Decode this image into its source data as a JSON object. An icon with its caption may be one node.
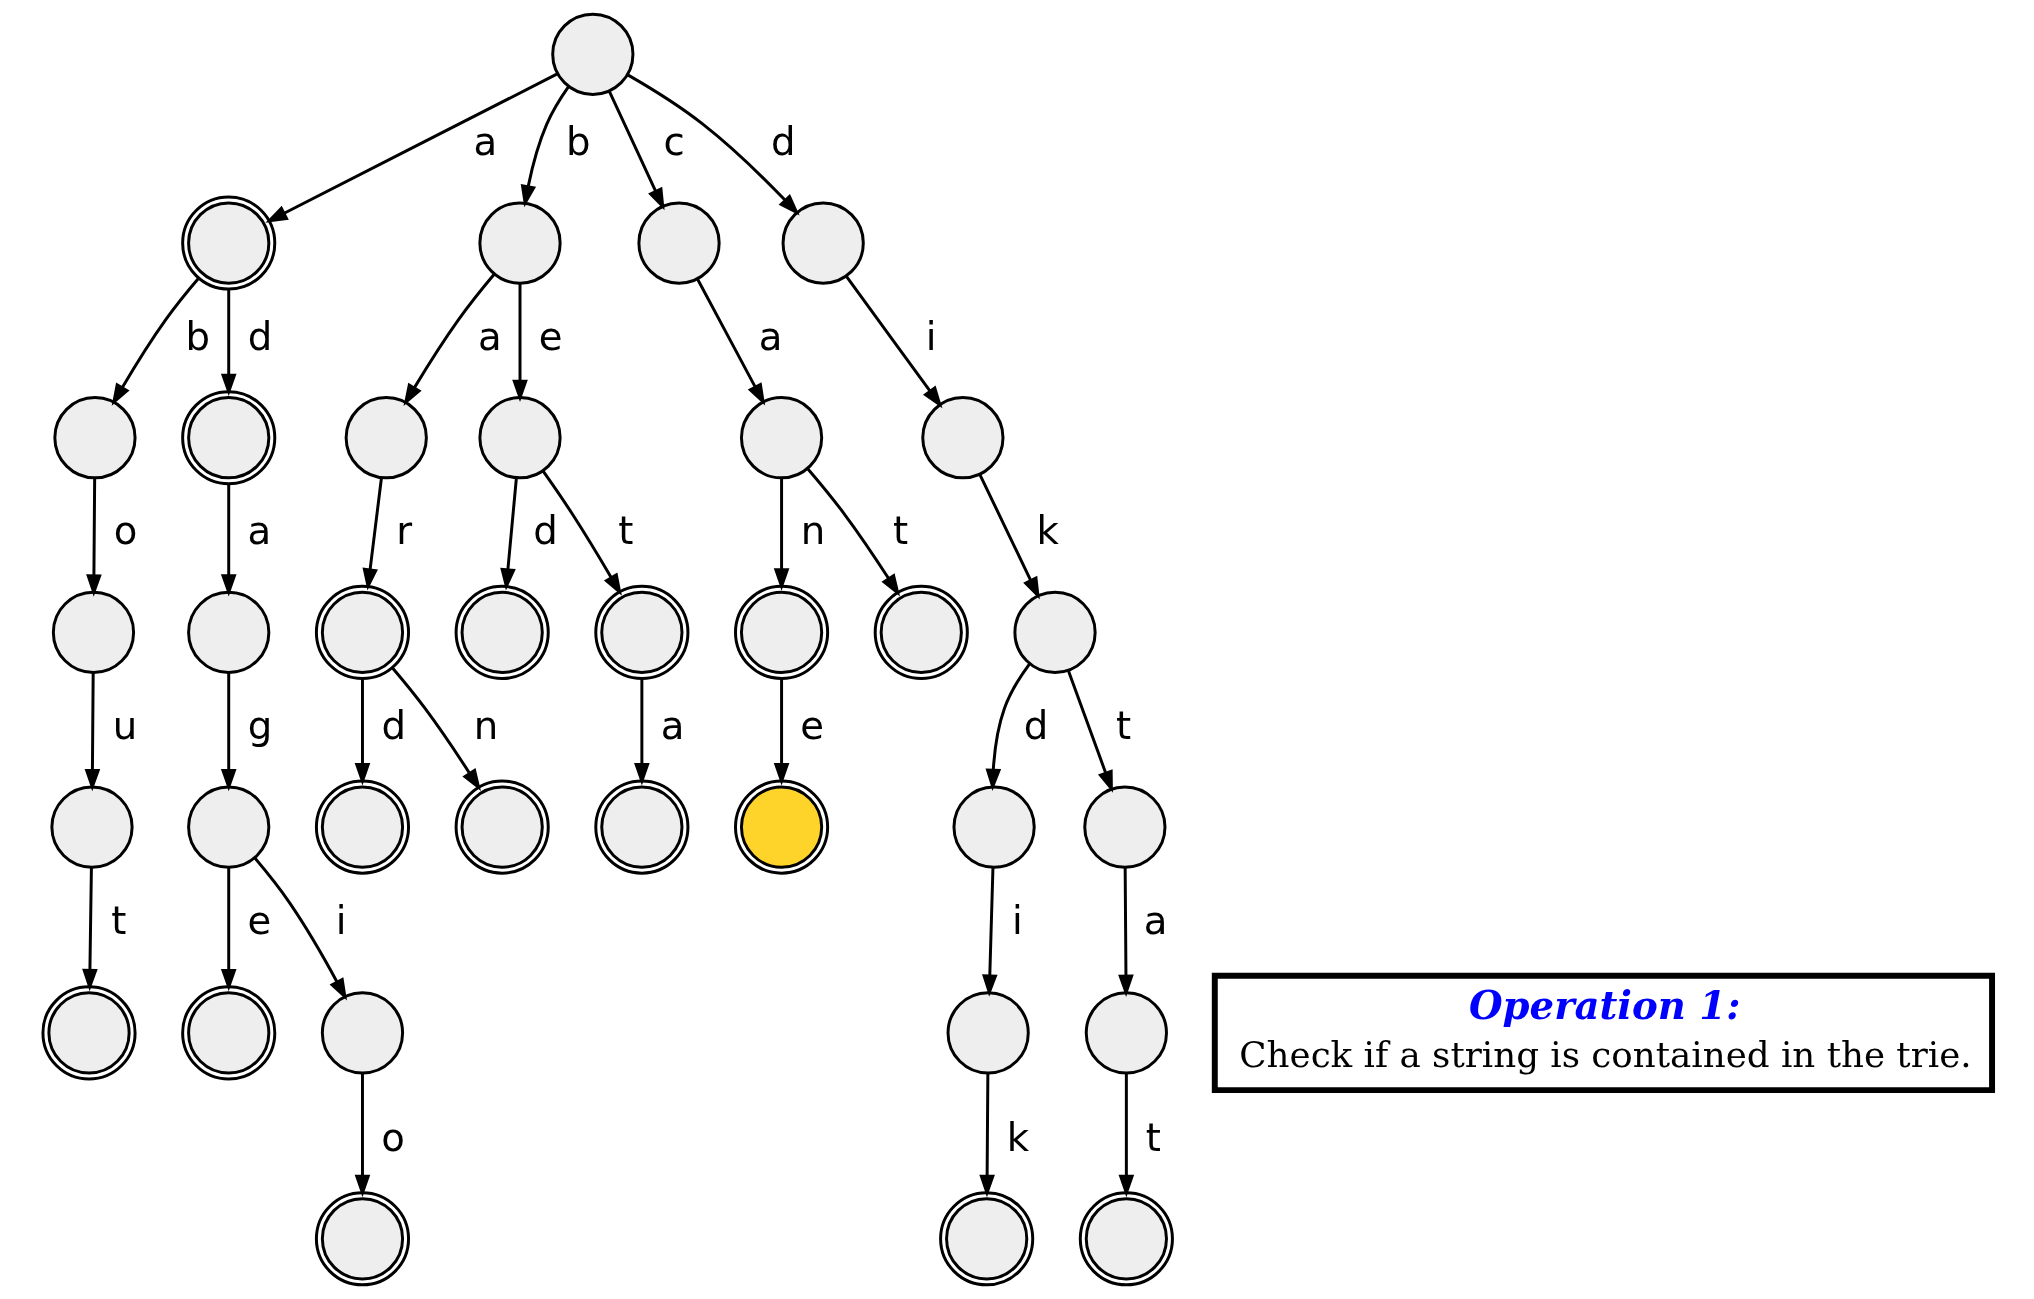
{
  "diagram": {
    "nodes": [
      {
        "text": [],
        "shape": "circle"
      },
      {
        "text": [],
        "shape": "doublecircle"
      },
      {
        "text": [],
        "shape": "circle"
      },
      {
        "text": [],
        "shape": "circle"
      },
      {
        "text": [],
        "shape": "circle"
      },
      {
        "text": [],
        "shape": "circle"
      },
      {
        "text": [],
        "shape": "doublecircle"
      },
      {
        "text": [],
        "shape": "circle"
      },
      {
        "text": [],
        "shape": "circle"
      },
      {
        "text": [],
        "shape": "circle"
      },
      {
        "text": [],
        "shape": "circle"
      },
      {
        "text": [],
        "shape": "circle"
      },
      {
        "text": [],
        "shape": "circle"
      },
      {
        "text": [],
        "shape": "doublecircle"
      },
      {
        "text": [],
        "shape": "doublecircle"
      },
      {
        "text": [],
        "shape": "doublecircle"
      },
      {
        "text": [],
        "shape": "doublecircle"
      },
      {
        "text": [],
        "shape": "doublecircle"
      },
      {
        "text": [],
        "shape": "circle"
      },
      {
        "text": [],
        "shape": "circle"
      },
      {
        "text": [],
        "shape": "circle"
      },
      {
        "text": [],
        "shape": "doublecircle"
      },
      {
        "text": [],
        "shape": "doublecircle"
      },
      {
        "text": [],
        "shape": "doublecircle"
      },
      {
        "text": [],
        "shape": "doublecircle"
      },
      {
        "text": [],
        "shape": "circle"
      },
      {
        "text": [],
        "shape": "circle"
      },
      {
        "text": [],
        "shape": "doublecircle"
      },
      {
        "text": [],
        "shape": "doublecircle"
      },
      {
        "text": [],
        "shape": "circle"
      },
      {
        "text": [],
        "shape": "circle"
      },
      {
        "text": [],
        "shape": "circle"
      },
      {
        "text": [],
        "shape": "doublecircle"
      },
      {
        "text": [],
        "shape": "doublecircle"
      },
      {
        "text": [],
        "shape": "doublecircle"
      },
      {
        "text": [
          "Operation 1:",
          "Check if a string is contained in the trie."
        ]
      }
    ],
    "edges": [
      {
        "from": 0,
        "to": 1,
        "arrow": "to",
        "label": "a"
      },
      {
        "from": 0,
        "to": 2,
        "arrow": "to",
        "label": "b"
      },
      {
        "from": 0,
        "to": 3,
        "arrow": "to",
        "label": "c"
      },
      {
        "from": 0,
        "to": 4,
        "arrow": "to",
        "label": "d"
      },
      {
        "from": 1,
        "to": 5,
        "arrow": "to",
        "label": "b"
      },
      {
        "from": 1,
        "to": 6,
        "arrow": "to",
        "label": "d"
      },
      {
        "from": 2,
        "to": 7,
        "arrow": "to",
        "label": "a"
      },
      {
        "from": 2,
        "to": 8,
        "arrow": "to",
        "label": "e"
      },
      {
        "from": 3,
        "to": 9,
        "arrow": "to",
        "label": "a"
      },
      {
        "from": 4,
        "to": 10,
        "arrow": "to",
        "label": "i"
      },
      {
        "from": 5,
        "to": 11,
        "arrow": "to",
        "label": "o"
      },
      {
        "from": 6,
        "to": 12,
        "arrow": "to",
        "label": "a"
      },
      {
        "from": 7,
        "to": 13,
        "arrow": "to",
        "label": "r"
      },
      {
        "from": 8,
        "to": 14,
        "arrow": "to",
        "label": "d"
      },
      {
        "from": 8,
        "to": 15,
        "arrow": "to",
        "label": "t"
      },
      {
        "from": 9,
        "to": 16,
        "arrow": "to",
        "label": "n"
      },
      {
        "from": 9,
        "to": 17,
        "arrow": "to",
        "label": "t"
      },
      {
        "from": 10,
        "to": 18,
        "arrow": "to",
        "label": "k"
      },
      {
        "from": 11,
        "to": 19,
        "arrow": "to",
        "label": "u"
      },
      {
        "from": 12,
        "to": 20,
        "arrow": "to",
        "label": "g"
      },
      {
        "from": 13,
        "to": 21,
        "arrow": "to",
        "label": "d"
      },
      {
        "from": 13,
        "to": 22,
        "arrow": "to",
        "label": "n"
      },
      {
        "from": 15,
        "to": 23,
        "arrow": "to",
        "label": "a"
      },
      {
        "from": 16,
        "to": 24,
        "arrow": "to",
        "label": "e"
      },
      {
        "from": 18,
        "to": 25,
        "arrow": "to",
        "label": "d"
      },
      {
        "from": 18,
        "to": 26,
        "arrow": "to",
        "label": "t"
      },
      {
        "from": 19,
        "to": 27,
        "arrow": "to",
        "label": "t"
      },
      {
        "from": 20,
        "to": 28,
        "arrow": "to",
        "label": "e"
      },
      {
        "from": 20,
        "to": 29,
        "arrow": "to",
        "label": "i"
      },
      {
        "from": 25,
        "to": 30,
        "arrow": "to",
        "label": "i"
      },
      {
        "from": 26,
        "to": 31,
        "arrow": "to",
        "label": "a"
      },
      {
        "from": 29,
        "to": 32,
        "arrow": "to",
        "label": "o"
      },
      {
        "from": 30,
        "to": 33,
        "arrow": "to",
        "label": "k"
      },
      {
        "from": 31,
        "to": 34,
        "arrow": "to",
        "label": "t"
      }
    ]
  }
}
